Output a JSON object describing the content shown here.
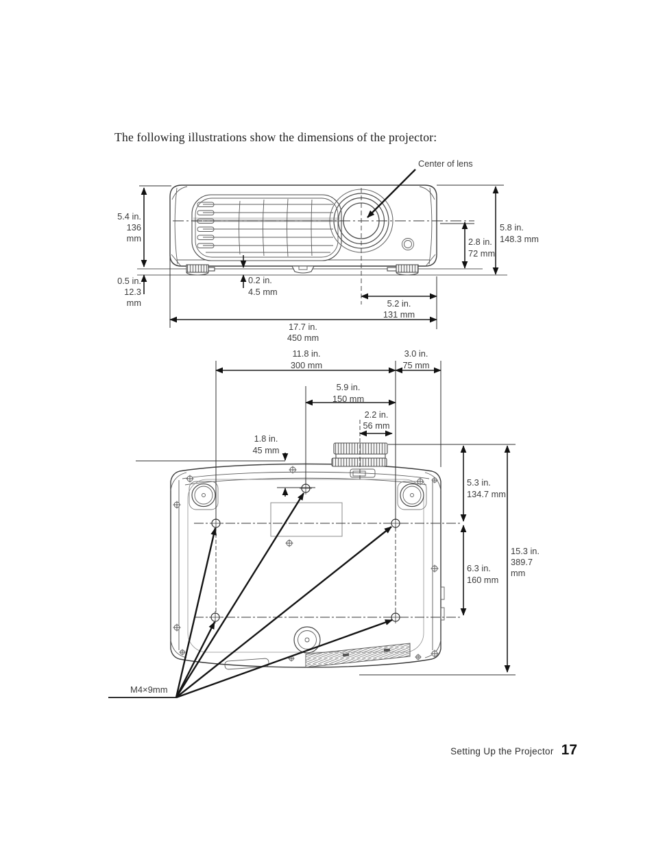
{
  "page": {
    "title": "The following illustrations show the dimensions of the projector:",
    "footer": {
      "section_title": "Setting Up the Projector",
      "page_number": "17"
    }
  },
  "front_view": {
    "center_of_lens": "Center of lens",
    "dim_body_height": {
      "line1": "5.4 in.",
      "line2": "136",
      "line3": "mm"
    },
    "dim_foot_height": {
      "line1": "0.5 in.",
      "line2": "12.3",
      "line3": "mm"
    },
    "dim_front_foot": {
      "line1": "0.2 in.",
      "line2": "4.5 mm"
    },
    "dim_lens_height": {
      "line1": "2.8 in.",
      "line2": "72 mm"
    },
    "dim_total_height": {
      "line1": "5.8 in.",
      "line2": "148.3 mm"
    },
    "dim_lens_offset": {
      "line1": "5.2 in.",
      "line2": "131 mm"
    },
    "dim_width": {
      "line1": "17.7 in.",
      "line2": "450 mm"
    }
  },
  "bottom_view": {
    "dim_mount_width": {
      "line1": "11.8 in.",
      "line2": "300 mm"
    },
    "dim_side_offset": {
      "line1": "3.0 in.",
      "line2": "75 mm"
    },
    "dim_mount_mid": {
      "line1": "5.9 in.",
      "line2": "150 mm"
    },
    "dim_lens_offset": {
      "line1": "2.2 in.",
      "line2": "56 mm"
    },
    "dim_front_hole": {
      "line1": "1.8 in.",
      "line2": "45 mm"
    },
    "dim_front_depth": {
      "line1": "5.3 in.",
      "line2": "134.7 mm"
    },
    "dim_mount_depth": {
      "line1": "6.3 in.",
      "line2": "160 mm"
    },
    "dim_total_depth": {
      "line1": "15.3 in.",
      "line2": "389.7",
      "line3": "mm"
    },
    "screw_spec": "M4×9mm"
  },
  "palette": {
    "ink": "#1a1a1a",
    "label_text": "#3b3b3b",
    "light_band": "#dcdcdc"
  }
}
